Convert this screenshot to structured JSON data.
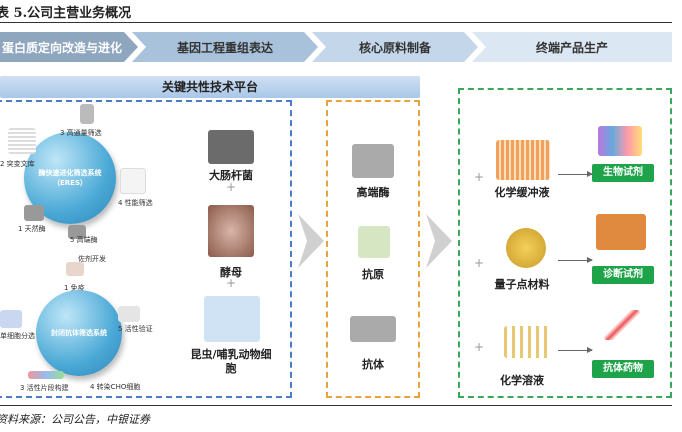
{
  "title": "表 5.公司主营业务概况",
  "stages": [
    "蛋白质定向改造与进化",
    "基因工程重组表达",
    "核心原料制备",
    "终端产品生产"
  ],
  "platform_label": "关键共性技术平台",
  "eres": {
    "sphere": "酶快速进化筛选系统（ERES）",
    "steps": [
      "1 天然酶",
      "2 突变文库",
      "3 高通量筛选",
      "4 性能筛选",
      "5 高端酶"
    ],
    "next": "佐剂开发"
  },
  "antibody": {
    "sphere": "封闭抗体筛选系统",
    "steps": [
      "1 免疫",
      "单细胞分选",
      "3 活性片段构建",
      "4 转染CHO细胞",
      "5 活性验证"
    ]
  },
  "hosts": [
    "大肠杆菌",
    "酵母",
    "昆虫/哺乳动物细胞"
  ],
  "materials": [
    "高端酶",
    "抗原",
    "抗体"
  ],
  "inputs": [
    "化学缓冲液",
    "量子点材料",
    "化学溶液"
  ],
  "products": [
    "生物试剂",
    "诊断试剂",
    "抗体药物"
  ],
  "plus": "+",
  "source": "资料来源：公司公告，中银证券"
}
